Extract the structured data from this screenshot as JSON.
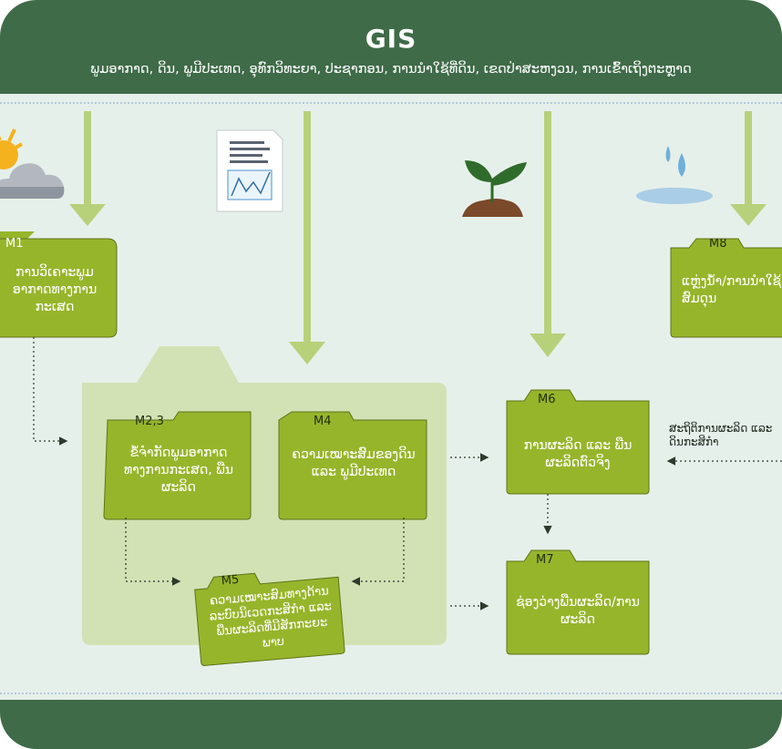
{
  "header": {
    "title": "GIS",
    "subtitle": "ພູມອາກາດ, ດິນ, ພູມີປະເທດ, ອຸທົກວິທະຍາ, ປະຊາກອນ, ການນຳໃຊ້ທີ່ດິນ, ເຂດປ່າສະຫງວນ, ການເຂົ້າເຖິງຕະຫຼາດ"
  },
  "modules": {
    "m1": {
      "id": "M1",
      "text": "ການວິເຄາະພູມອາກາດທາງການກະເສດ"
    },
    "m23": {
      "id": "M2,3",
      "text": "ຂໍ້ຈຳກັດພູມອາກາດທາງການກະເສດ, ພືນຜະລິດ"
    },
    "m4": {
      "id": "M4",
      "text": "ຄວາມເໝາະສົມຂອງດິນ ແລະ ພູມີປະເທດ"
    },
    "m5": {
      "id": "M5",
      "text": "ຄວາມເໝາະສົມທາງດ້ານລະບົບນິເວດກະສິກຳ ແລະ ພືນຜະລິດທີ່ມີສັກກະຍະພາບ"
    },
    "m6": {
      "id": "M6",
      "text": "ການຜະລິດ ແລະ ພືນຜະລິດຕົວຈິງ"
    },
    "m7": {
      "id": "M7",
      "text": "ຊ່ອງວ່າງພືນຜະລິດ/ການຜະລິດ"
    },
    "m8": {
      "id": "M8",
      "text": "ແຫຼ່ງນ້ຳ/ການນຳໃຊ້ຄວາມສົມດຸນ"
    }
  },
  "side_note": "ສະຖິຕິການຜະລິດ ແລະ ດິນກະສິກຳ",
  "colors": {
    "header_green": "#3f6b48",
    "panel_bg": "#e6f0ea",
    "box_green": "#97b52b",
    "arrow_green": "#b7d17a",
    "group_green": "#d2e2b4",
    "dotted_line": "#3a4a3a"
  }
}
